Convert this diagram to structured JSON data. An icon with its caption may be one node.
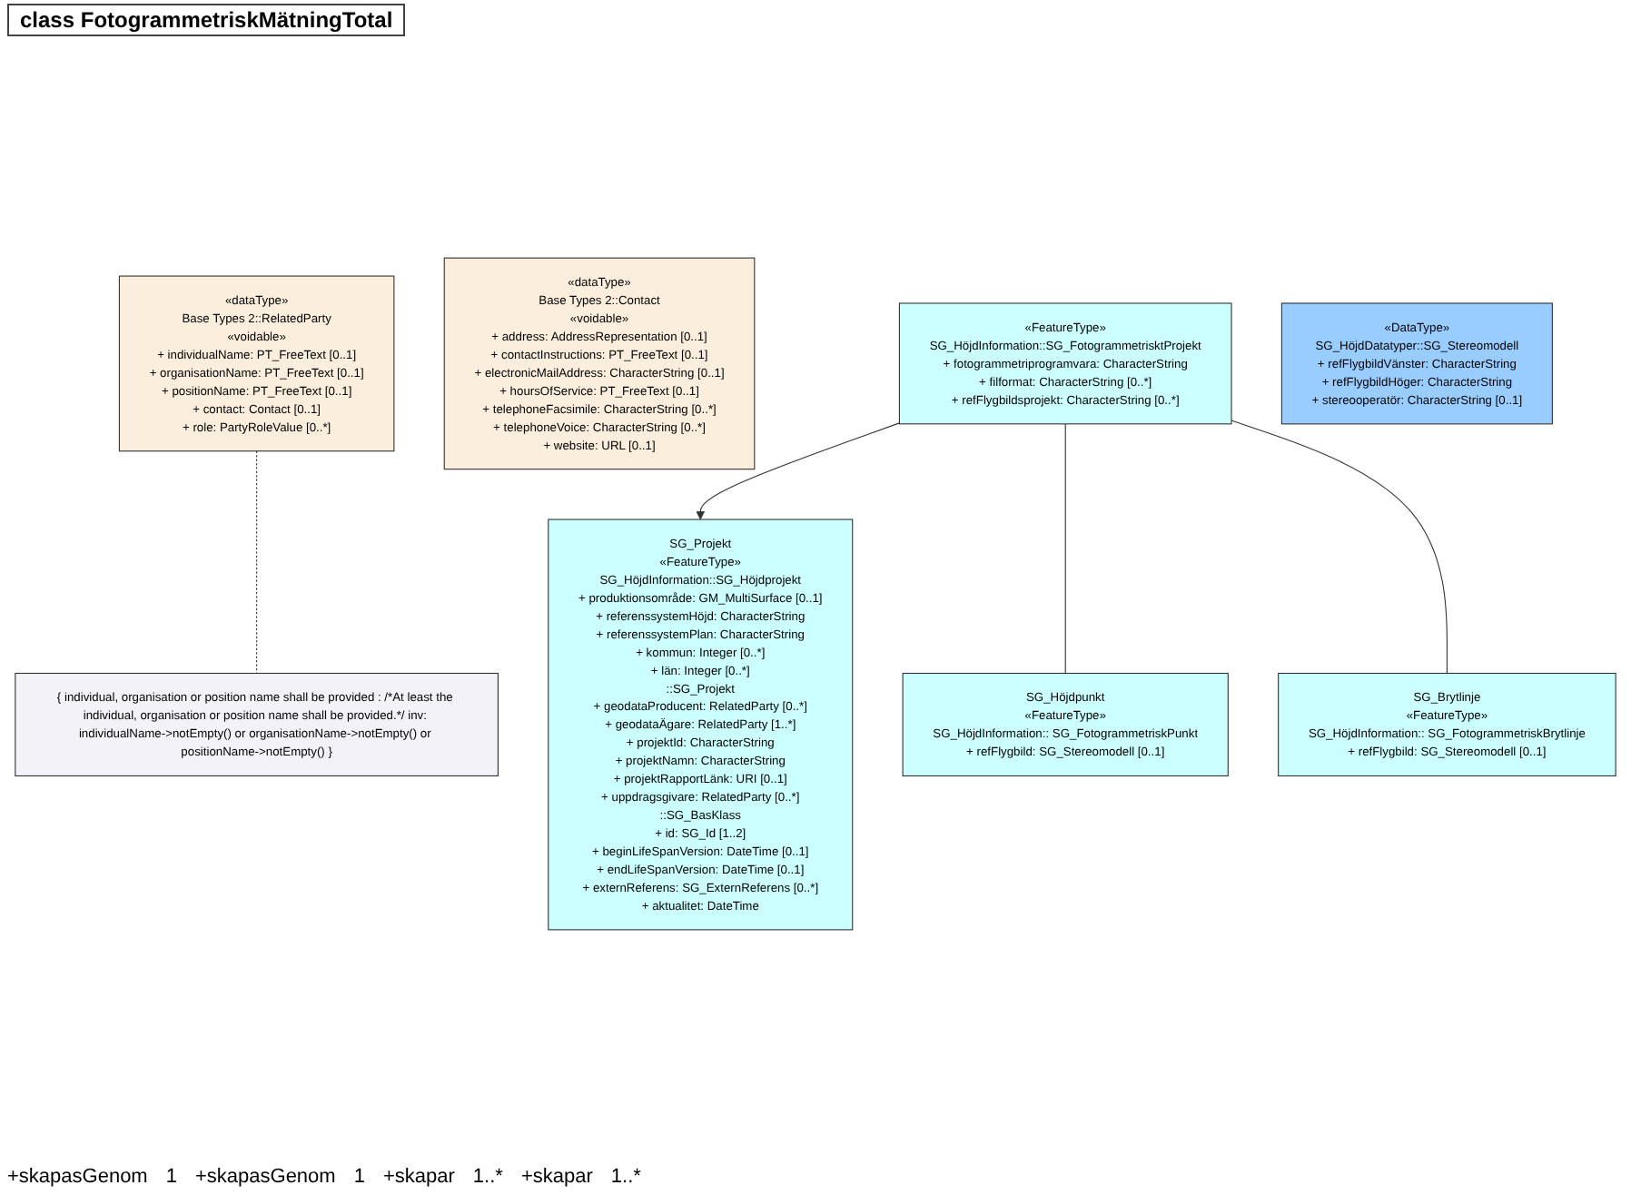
{
  "diagram": {
    "title": "class FotogrammetriskMätningTotal",
    "nodes": [
      {
        "text": [
          "SG_Projekt",
          "«FeatureType»",
          "SG_HöjdInformation::SG_Höjdprojekt",
          "+ produktionsområde: GM_MultiSurface [0..1]",
          "+ referenssystemHöjd: CharacterString",
          "+ referenssystemPlan: CharacterString",
          "+ kommun: Integer [0..*]",
          "+ län: Integer [0..*]",
          "::SG_Projekt",
          "+ geodataProducent: RelatedParty [0..*]",
          "+ geodataÄgare: RelatedParty [1..*]",
          "+ projektId: CharacterString",
          "+ projektNamn: CharacterString",
          "+ projektRapportLänk: URI [0..1]",
          "+ uppdragsgivare: RelatedParty [0..*]",
          "::SG_BasKlass",
          "+ id: SG_Id [1..2]",
          "+ beginLifeSpanVersion: DateTime [0..1]",
          "+ endLifeSpanVersion: DateTime [0..1]",
          "+ externReferens: SG_ExternReferens [0..*]",
          "+ aktualitet: DateTime"
        ]
      },
      {
        "text": [
          "«dataType»",
          "Base Types 2::RelatedParty",
          "«voidable»",
          "+ individualName: PT_FreeText [0..1]",
          "+ organisationName: PT_FreeText [0..1]",
          "+ positionName: PT_FreeText [0..1]",
          "+ contact: Contact [0..1]",
          "+ role: PartyRoleValue [0..*]"
        ]
      },
      {
        "text": [
          "{ individual, organisation or position name shall be provided : /*At least the individual, organisation or position name shall be provided.*/ inv: individualName->notEmpty() or organisationName->notEmpty() or positionName->notEmpty() }"
        ]
      },
      {
        "text": [
          "«dataType»",
          "Base Types 2::Contact",
          "«voidable»",
          "+ address: AddressRepresentation [0..1]",
          "+ contactInstructions: PT_FreeText [0..1]",
          "+ electronicMailAddress: CharacterString [0..1]",
          "+ hoursOfService: PT_FreeText [0..1]",
          "+ telephoneFacsimile: CharacterString [0..*]",
          "+ telephoneVoice: CharacterString [0..*]",
          "+ website: URL [0..1]"
        ]
      },
      {
        "text": [
          "«FeatureType»",
          "SG_HöjdInformation::SG_FotogrammetrisktProjekt",
          "+ fotogrammetriprogramvara: CharacterString",
          "+ filformat: CharacterString [0..*]",
          "+ refFlygbildsprojekt: CharacterString [0..*]"
        ]
      },
      {
        "text": [
          "«DataType»",
          "SG_HöjdDatatyper::SG_Stereomodell",
          "+ refFlygbildVänster: CharacterString",
          "+ refFlygbildHöger: CharacterString",
          "+ stereooperatör: CharacterString [0..1]"
        ]
      },
      {
        "text": [
          "SG_Höjdpunkt",
          "«FeatureType»",
          "SG_HöjdInformation:: SG_FotogrammetriskPunkt",
          "+ refFlygbild: SG_Stereomodell [0..1]"
        ]
      },
      {
        "text": [
          "SG_Brytlinje",
          "«FeatureType»",
          "SG_HöjdInformation:: SG_FotogrammetriskBrytlinje",
          "+ refFlygbild: SG_Stereomodell [0..1]"
        ]
      }
    ],
    "edges": [
      {
        "from": 4,
        "to": 0,
        "arrow": "to"
      },
      {
        "from": 1,
        "to": 2,
        "arrow": "none",
        "style": "dashed"
      },
      {
        "from": 4,
        "to": 6,
        "arrow": "none"
      },
      {
        "from": 4,
        "to": 7,
        "arrow": "none"
      }
    ],
    "labels": [
      "+skapasGenom",
      "1",
      "+skapasGenom",
      "1",
      "+skapar",
      "1..*",
      "+skapar",
      "1..*"
    ]
  }
}
